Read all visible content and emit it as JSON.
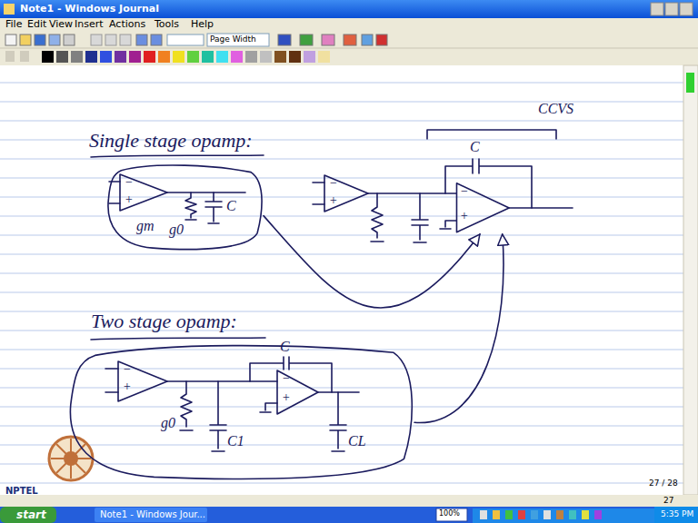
{
  "diagram": {
    "nodes": [
      {
        "text": [
          "−",
          "+",
          "gm",
          "g0",
          "C"
        ]
      },
      {
        "text": [
          "−",
          "+",
          "g0",
          "C1",
          "C",
          "−",
          "+",
          "CL"
        ]
      },
      {
        "text": [
          "−",
          "+"
        ]
      }
    ],
    "edges": [
      {
        "from": 0,
        "to": 2,
        "arrow": "to"
      },
      {
        "from": 1,
        "to": 2,
        "arrow": "to"
      }
    ],
    "labels": [
      "Single stage opamp:",
      "Two stage opamp:",
      "CCVS",
      "C",
      "−",
      "+",
      "Note1 - Windows Journal",
      "File",
      "Edit",
      "View",
      "Insert",
      "Actions",
      "Tools",
      "Help",
      "Page Width",
      "27 / 28",
      "27",
      "100%",
      "start",
      "Note1 - Windows Jour...",
      "5:35 PM",
      "NPTEL"
    ]
  }
}
